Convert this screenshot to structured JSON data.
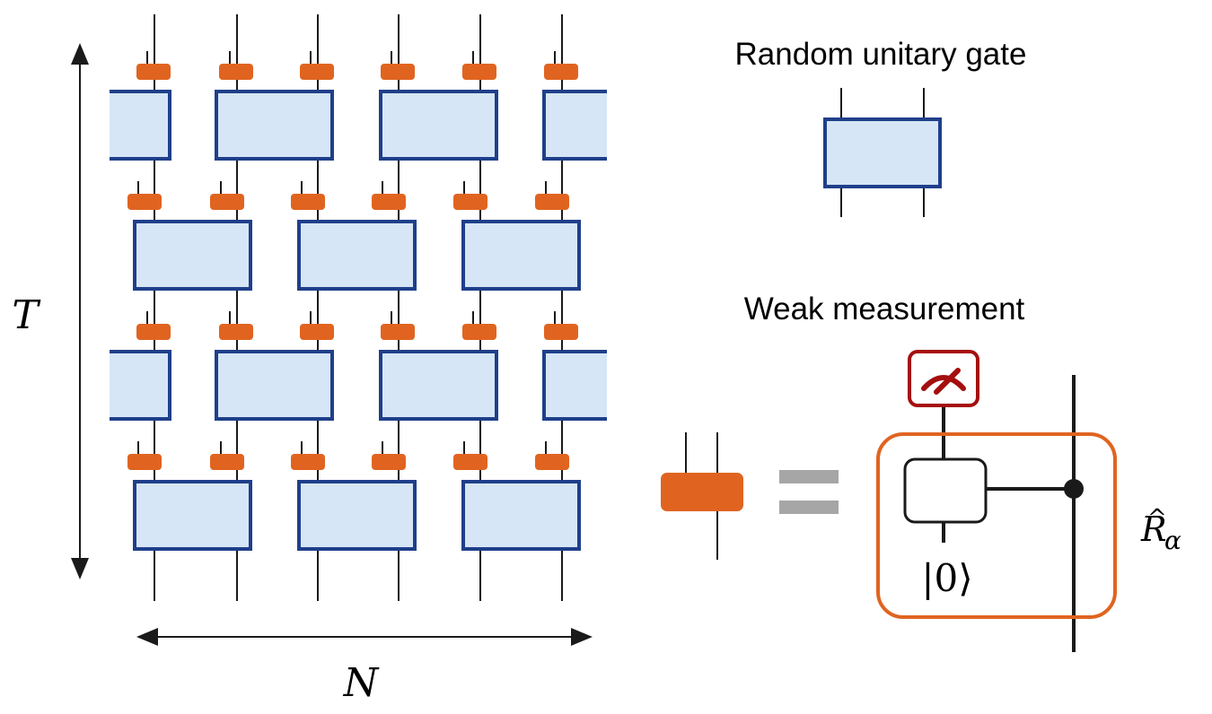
{
  "labels": {
    "time_axis": "T",
    "space_axis": "N",
    "unitary_title": "Random unitary gate",
    "measurement_title": "Weak measurement",
    "ancilla_state": "|0⟩",
    "operator_base": "R",
    "operator_hat": "^",
    "operator_subscript": "α"
  },
  "symbols": {
    "meter": "meter-icon",
    "equals": "equals-sign",
    "control_dot": "control-dot"
  },
  "colors": {
    "gate_fill": "#d6e6f6",
    "gate_stroke": "#1f3f8a",
    "measurement": "#e06420",
    "meter": "#a50e0e",
    "equals": "#a6a6a6",
    "wire": "#1a1a1a"
  }
}
